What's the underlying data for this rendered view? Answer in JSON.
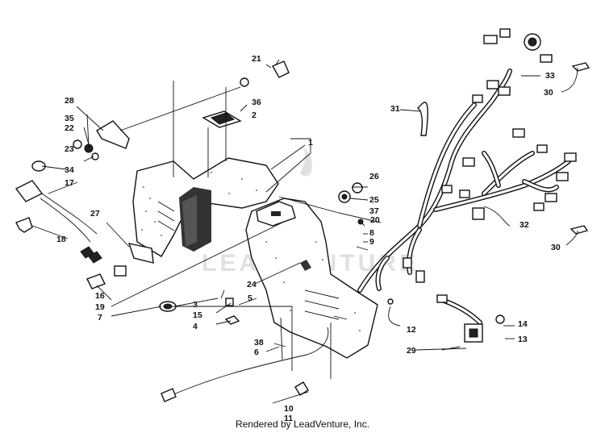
{
  "diagram": {
    "callouts": [
      {
        "id": "c1",
        "text": "1"
      },
      {
        "id": "c2",
        "text": "2"
      },
      {
        "id": "c3",
        "text": "3"
      },
      {
        "id": "c4",
        "text": "4"
      },
      {
        "id": "c5",
        "text": "5"
      },
      {
        "id": "c6",
        "text": "6"
      },
      {
        "id": "c7",
        "text": "7"
      },
      {
        "id": "c8",
        "text": "8"
      },
      {
        "id": "c9",
        "text": "9"
      },
      {
        "id": "c10",
        "text": "10"
      },
      {
        "id": "c11",
        "text": "11"
      },
      {
        "id": "c12",
        "text": "12"
      },
      {
        "id": "c13",
        "text": "13"
      },
      {
        "id": "c14",
        "text": "14"
      },
      {
        "id": "c15",
        "text": "15"
      },
      {
        "id": "c16",
        "text": "16"
      },
      {
        "id": "c17",
        "text": "17"
      },
      {
        "id": "c18",
        "text": "18"
      },
      {
        "id": "c19",
        "text": "19"
      },
      {
        "id": "c20",
        "text": "20"
      },
      {
        "id": "c21",
        "text": "21"
      },
      {
        "id": "c22",
        "text": "22"
      },
      {
        "id": "c23",
        "text": "23"
      },
      {
        "id": "c24",
        "text": "24"
      },
      {
        "id": "c25",
        "text": "25"
      },
      {
        "id": "c26",
        "text": "26"
      },
      {
        "id": "c27",
        "text": "27"
      },
      {
        "id": "c28",
        "text": "28"
      },
      {
        "id": "c29",
        "text": "29"
      },
      {
        "id": "c30a",
        "text": "30"
      },
      {
        "id": "c30b",
        "text": "30"
      },
      {
        "id": "c31",
        "text": "31"
      },
      {
        "id": "c32",
        "text": "32"
      },
      {
        "id": "c33",
        "text": "33"
      },
      {
        "id": "c34",
        "text": "34"
      },
      {
        "id": "c35",
        "text": "35"
      },
      {
        "id": "c36",
        "text": "36"
      },
      {
        "id": "c37",
        "text": "37"
      },
      {
        "id": "c38",
        "text": "38"
      }
    ],
    "watermark": "LEADVENTURE"
  },
  "footer": {
    "credit": "Rendered by LeadVenture, Inc."
  }
}
